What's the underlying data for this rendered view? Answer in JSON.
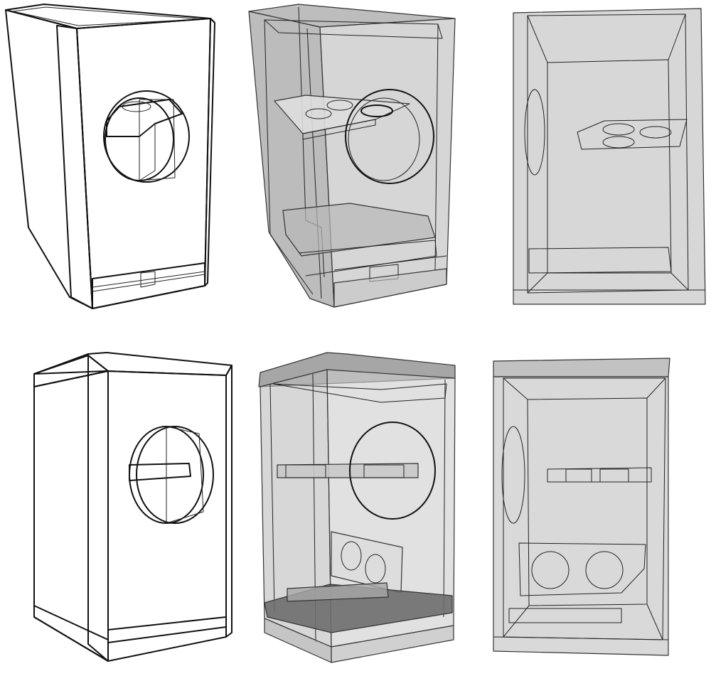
{
  "figure": {
    "views": [
      {
        "id": "top-left",
        "style": "solid"
      },
      {
        "id": "top-middle",
        "style": "transparent"
      },
      {
        "id": "top-right",
        "style": "transparent-front"
      },
      {
        "id": "bottom-left",
        "style": "solid"
      },
      {
        "id": "bottom-middle",
        "style": "transparent"
      },
      {
        "id": "bottom-right",
        "style": "transparent-front"
      }
    ],
    "colors": {
      "background": "#ffffff",
      "edge": "#111111",
      "panel_white": "#ffffff",
      "panel_light": "#e6e6e6",
      "panel_mid": "#c8c8c8",
      "panel_dark": "#a9a9a9",
      "glass_light": "#dcdcdc",
      "glass_dark": "#9a9a9a"
    }
  }
}
